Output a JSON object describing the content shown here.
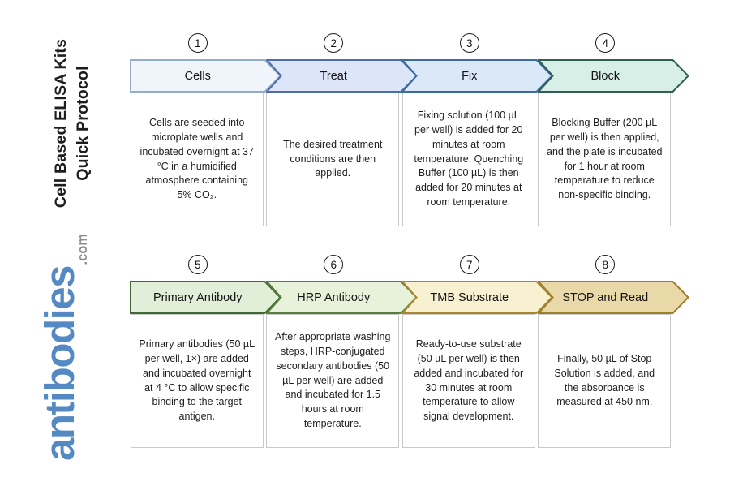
{
  "page": {
    "background": "#ffffff"
  },
  "sidebar": {
    "title_line1": "Cell Based ELISA Kits",
    "title_line2": "Quick Protocol",
    "logo_text": "antibodies",
    "logo_suffix": ".com",
    "logo_color": "#5589c3",
    "logo_suffix_color": "#8e8e8e"
  },
  "steps": [
    {
      "number": "1",
      "label": "Cells",
      "description": "Cells are seeded into microplate wells and incubated overnight at 37 °C in a humidified atmosphere containing 5% CO₂.",
      "fill": "#f0f5fb",
      "border": "#94abc9"
    },
    {
      "number": "2",
      "label": "Treat",
      "description": "The desired treatment conditions are then applied.",
      "fill": "#dde5f8",
      "border": "#4e6da7"
    },
    {
      "number": "3",
      "label": "Fix",
      "description": "Fixing solution (100 µL per well) is added for 20 minutes at room temperature. Quenching Buffer (100 µL) is then added for 20 minutes at room temperature.",
      "fill": "#dbe8f8",
      "border": "#3b6b9d"
    },
    {
      "number": "4",
      "label": "Block",
      "description": "Blocking Buffer (200 µL per well) is then applied, and the plate is incubated for 1 hour at room temperature to reduce non-specific binding.",
      "fill": "#d8efe7",
      "border": "#2f5f50"
    },
    {
      "number": "5",
      "label": "Primary Antibody",
      "description": "Primary antibodies (50 µL per well, 1×) are added and incubated overnight at 4 °C to allow specific binding to the target antigen.",
      "fill": "#e1efd9",
      "border": "#3e6b35"
    },
    {
      "number": "6",
      "label": "HRP Antibody",
      "description": "After appropriate washing steps, HRP-conjugated secondary antibodies (50 µL per well) are added and incubated for 1.5 hours at room temperature.",
      "fill": "#e8f1da",
      "border": "#5a7d3b"
    },
    {
      "number": "7",
      "label": "TMB Substrate",
      "description": "Ready-to-use substrate (50 µL per well) is then added and incubated for 30 minutes at room temperature to allow signal development.",
      "fill": "#f7f1d2",
      "border": "#a8862f"
    },
    {
      "number": "8",
      "label": "STOP and Read",
      "description": "Finally, 50 µL of Stop Solution is added, and the absorbance is measured at 450 nm.",
      "fill": "#ead9a8",
      "border": "#9c7f2e"
    }
  ]
}
